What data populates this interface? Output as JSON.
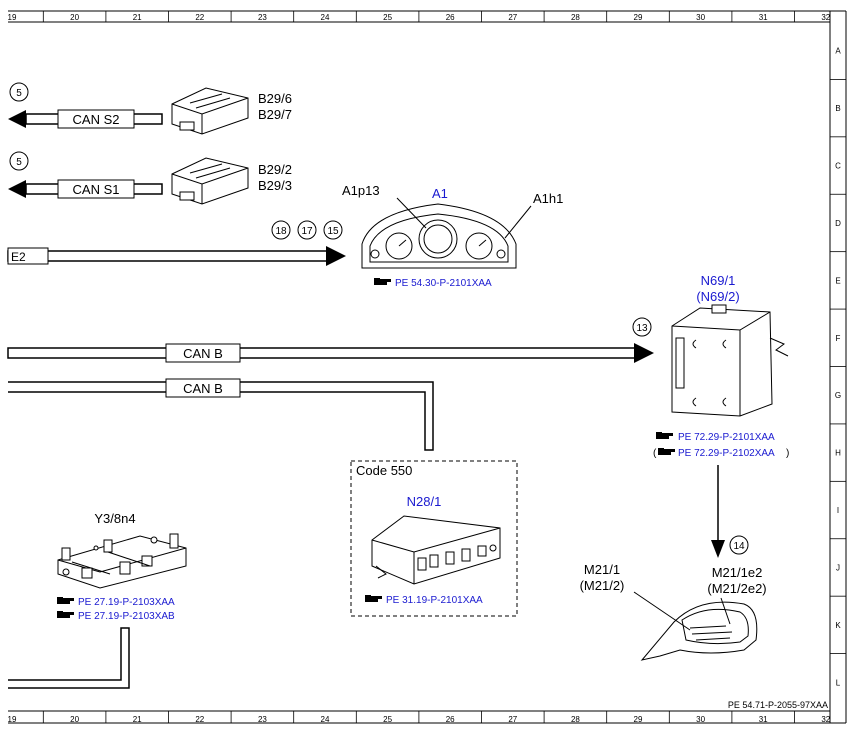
{
  "sheet": {
    "columns": [
      "19",
      "20",
      "21",
      "22",
      "23",
      "24",
      "25",
      "26",
      "27",
      "28",
      "29",
      "30",
      "31",
      "32"
    ],
    "rows": [
      "A",
      "B",
      "C",
      "D",
      "E",
      "F",
      "G",
      "H",
      "I",
      "J",
      "K",
      "L"
    ],
    "doc_ref": "PE 54.71-P-2055-97XAA"
  },
  "connectors": {
    "five_a": "5",
    "five_b": "5",
    "eighteen": "18",
    "seventeen": "17",
    "fifteen": "15",
    "thirteen": "13",
    "fourteen": "14"
  },
  "buses": {
    "can_s2": "CAN S2",
    "can_s1": "CAN S1",
    "e2": "E2",
    "can_b_top": "CAN B",
    "can_b_bottom": "CAN B"
  },
  "components": {
    "b29_6": "B29/6",
    "b29_7": "B29/7",
    "b29_2": "B29/2",
    "b29_3": "B29/3",
    "a1": "A1",
    "a1p13": "A1p13",
    "a1h1": "A1h1",
    "a1_ref": "PE 54.30-P-2101XAA",
    "n69_1": "N69/1",
    "n69_2": "(N69/2)",
    "n69_ref1": "PE 72.29-P-2101XAA",
    "n69_ref2": "PE 72.29-P-2102XAA",
    "code_box": "Code 550",
    "n28_1": "N28/1",
    "n28_ref": "PE 31.19-P-2101XAA",
    "y3_8n4": "Y3/8n4",
    "y3_ref1": "PE 27.19-P-2103XAA",
    "y3_ref2": "PE 27.19-P-2103XAB",
    "m21_1": "M21/1",
    "m21_2": "(M21/2)",
    "m21_1e2": "M21/1e2",
    "m21_2e2": "(M21/2e2)"
  },
  "colors": {
    "reference_blue": "#1a1ad0",
    "line": "#000000"
  },
  "icons": [
    "pointing-hand-icon"
  ]
}
